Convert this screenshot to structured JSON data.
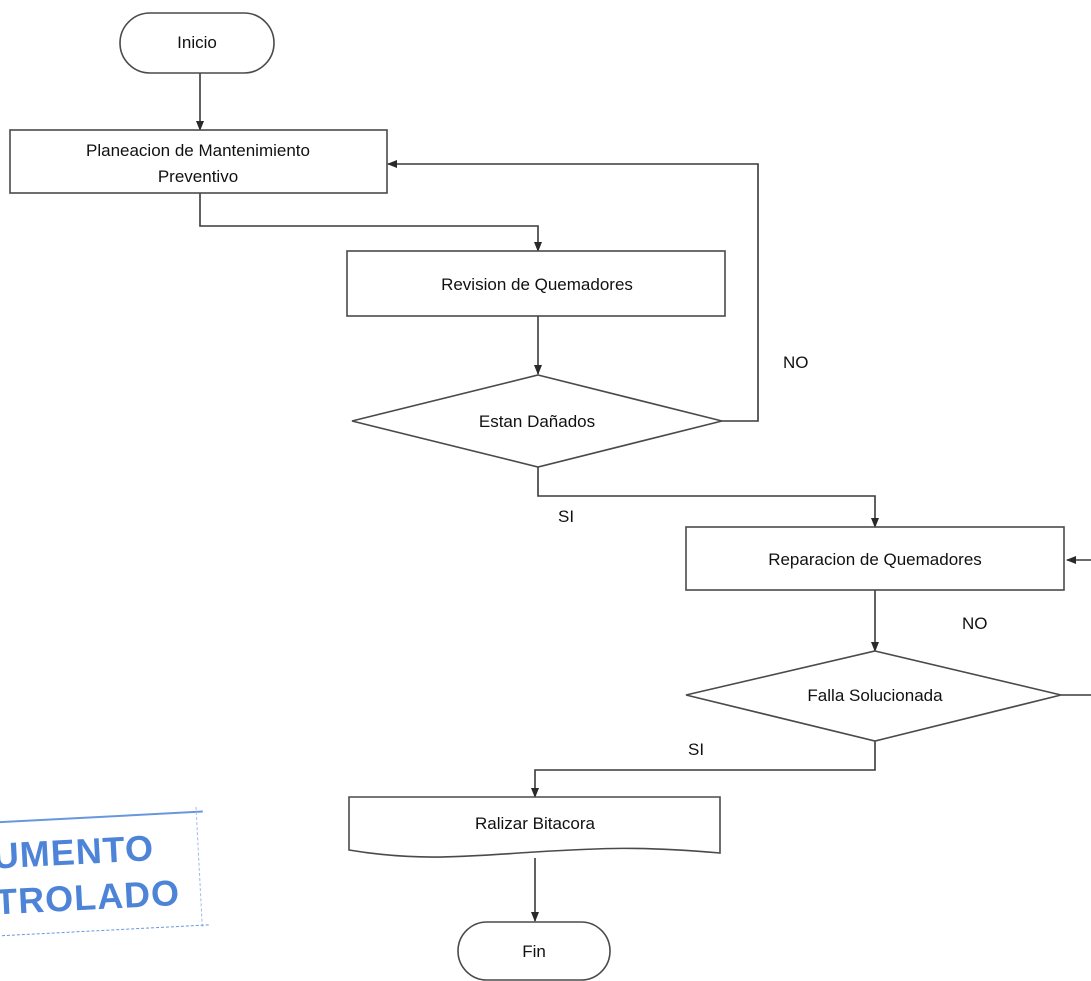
{
  "nodes": {
    "inicio": "Inicio",
    "planeacion_line1": "Planeacion de Mantenimiento",
    "planeacion_line2": "Preventivo",
    "revision": "Revision de Quemadores",
    "estan_danados": "Estan Dañados",
    "reparacion": "Reparacion de Quemadores",
    "falla_solucionada": "Falla Solucionada",
    "bitacora": "Ralizar Bitacora",
    "fin": "Fin"
  },
  "labels": {
    "no_1": "NO",
    "si_1": "SI",
    "no_2": "NO",
    "si_2": "SI"
  },
  "stamp": {
    "line1": "UMENTO",
    "line2": "TROLADO",
    "color": "#2e6fd1"
  }
}
